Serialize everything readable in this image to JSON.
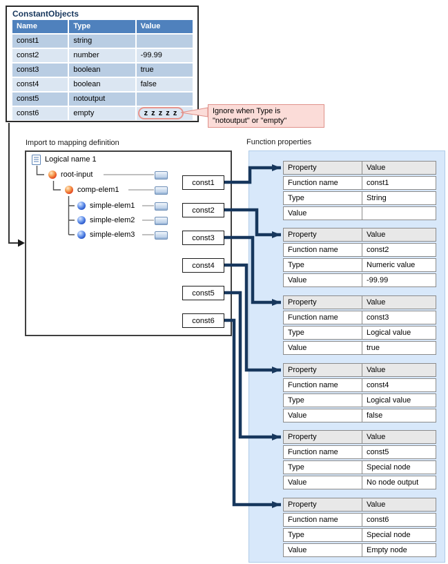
{
  "constant_objects": {
    "title": "ConstantObjects",
    "headers": [
      "Name",
      "Type",
      "Value"
    ],
    "rows": [
      {
        "name": "const1",
        "type": "string",
        "value": ""
      },
      {
        "name": "const2",
        "type": "number",
        "value": "-99.99"
      },
      {
        "name": "const3",
        "type": "boolean",
        "value": "true"
      },
      {
        "name": "const4",
        "type": "boolean",
        "value": "false"
      },
      {
        "name": "const5",
        "type": "notoutput",
        "value": ""
      },
      {
        "name": "const6",
        "type": "empty",
        "value": "z z z z z"
      }
    ]
  },
  "callout": {
    "line1": "Ignore when Type is",
    "line2": "\"notoutput\" or \"empty\""
  },
  "mapping": {
    "label": "Import to mapping definition",
    "tree": {
      "root": "Logical name 1",
      "nodes": [
        {
          "label": "root-input"
        },
        {
          "label": "comp-elem1"
        },
        {
          "label": "simple-elem1"
        },
        {
          "label": "simple-elem2"
        },
        {
          "label": "simple-elem3"
        }
      ]
    }
  },
  "const_boxes": [
    "const1",
    "const2",
    "const3",
    "const4",
    "const5",
    "const6"
  ],
  "function_properties": {
    "label": "Function properties",
    "col_property": "Property",
    "col_value": "Value",
    "row_labels": [
      "Function name",
      "Type",
      "Value"
    ],
    "tables": [
      {
        "function_name": "const1",
        "type": "String",
        "value": ""
      },
      {
        "function_name": "const2",
        "type": "Numeric value",
        "value": "-99.99"
      },
      {
        "function_name": "const3",
        "type": "Logical value",
        "value": "true"
      },
      {
        "function_name": "const4",
        "type": "Logical value",
        "value": "false"
      },
      {
        "function_name": "const5",
        "type": "Special node",
        "value": "No node output"
      },
      {
        "function_name": "const6",
        "type": "Special node",
        "value": "Empty node"
      }
    ]
  },
  "colors": {
    "header_blue": "#4f81bd",
    "row_dark": "#b9cde3",
    "row_light": "#dbe6f2",
    "panel_blue": "#d8e8fa",
    "arrow_navy": "#17375d",
    "callout_pink": "#fbdcd8",
    "callout_border": "#df9089",
    "title_blue": "#17375d"
  }
}
